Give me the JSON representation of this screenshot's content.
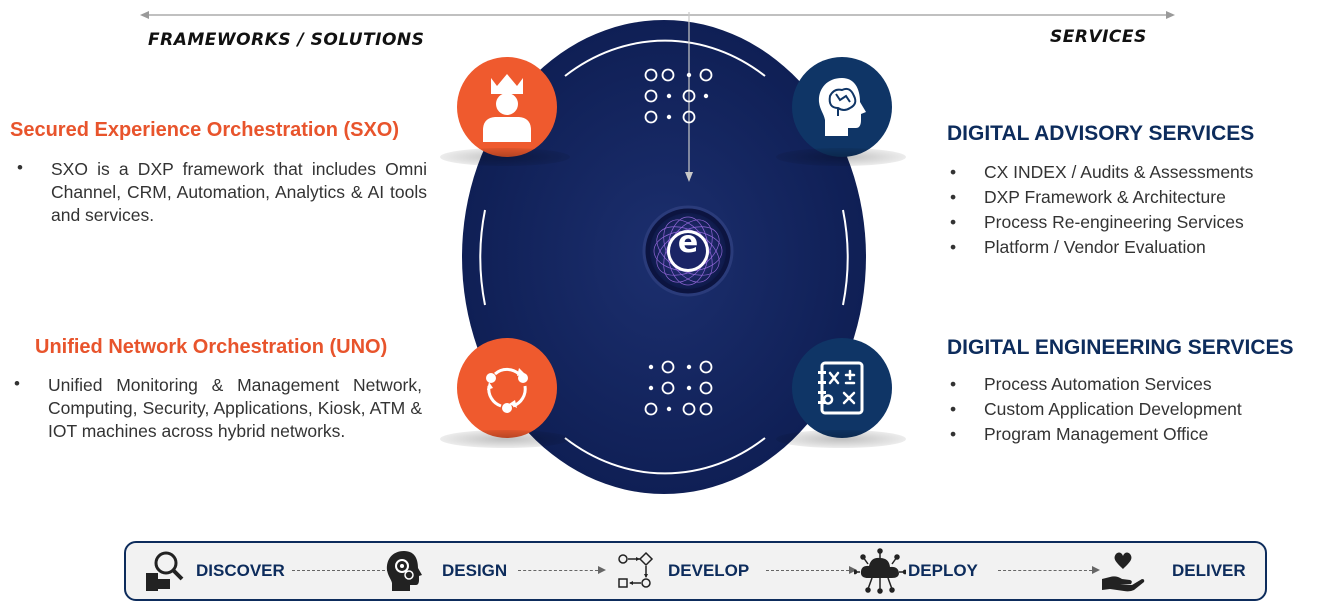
{
  "header": {
    "left_label": "FRAMEWORKS / SOLUTIONS",
    "right_label": "SERVICES"
  },
  "sxo": {
    "title": "Secured Experience Orchestration (SXO)",
    "bullet": "•",
    "text": "SXO is a DXP framework that includes Omni Channel, CRM, Automation, Analytics & AI tools and services."
  },
  "uno": {
    "title": "Unified Network Orchestration (UNO)",
    "bullet": "•",
    "text": "Unified Monitoring & Management Network, Computing, Security, Applications, Kiosk, ATM & IOT machines across hybrid networks."
  },
  "advisory": {
    "title": "DIGITAL ADVISORY SERVICES",
    "items": [
      "CX INDEX / Audits & Assessments",
      "DXP Framework & Architecture",
      "Process Re-engineering Services",
      "Platform / Vendor Evaluation"
    ]
  },
  "engineering": {
    "title": "DIGITAL ENGINEERING SERVICES",
    "items": [
      "Process Automation Services",
      "Custom Application Development",
      "Program Management Office"
    ]
  },
  "center": {
    "logo_letter": "e"
  },
  "pipeline": {
    "stages": [
      "DISCOVER",
      "DESIGN",
      "DEVELOP",
      "DEPLOY",
      "DELIVER"
    ]
  },
  "icons": {
    "sxo": "crowned-person-icon",
    "uno": "cycle-arrows-icon",
    "advisory": "brain-head-icon",
    "engineering": "formula-notebook-icon"
  },
  "colors": {
    "orange": "#ef5a2e",
    "navy": "#0f3566",
    "dark_navy": "#0d2c5c"
  }
}
